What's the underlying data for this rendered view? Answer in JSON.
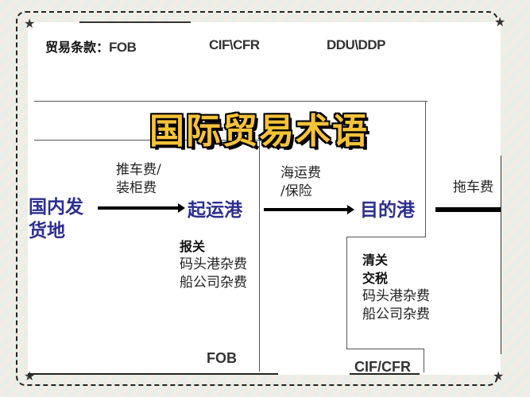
{
  "header": {
    "terms_label": "贸易条款：",
    "terms": [
      "FOB",
      "CIF\\CFR",
      "DDU\\DDP"
    ]
  },
  "title": "国际贸易术语",
  "nodes": {
    "origin": "国内发\n货地",
    "origin_line1": "国内发",
    "origin_line2": "货地",
    "departure_port": "起运港",
    "destination_port": "目的港"
  },
  "edges": {
    "origin_to_departure": [
      "推车费/",
      "装柜费"
    ],
    "departure_to_destination": [
      "海运费",
      "/保险"
    ],
    "destination_onward": "拖车费"
  },
  "departure_costs": {
    "bold": [
      "报关"
    ],
    "items": [
      "码头港杂费",
      "船公司杂费"
    ]
  },
  "destination_costs": {
    "bold": [
      "清关",
      "交税"
    ],
    "items": [
      "码头港杂费",
      "船公司杂费"
    ]
  },
  "zones": {
    "fob": "FOB",
    "cif_cfr": "CIF/CFR"
  },
  "colors": {
    "node_blue": "#2d2f8f",
    "title_yellow": "#f6c238",
    "text": "#222222"
  }
}
